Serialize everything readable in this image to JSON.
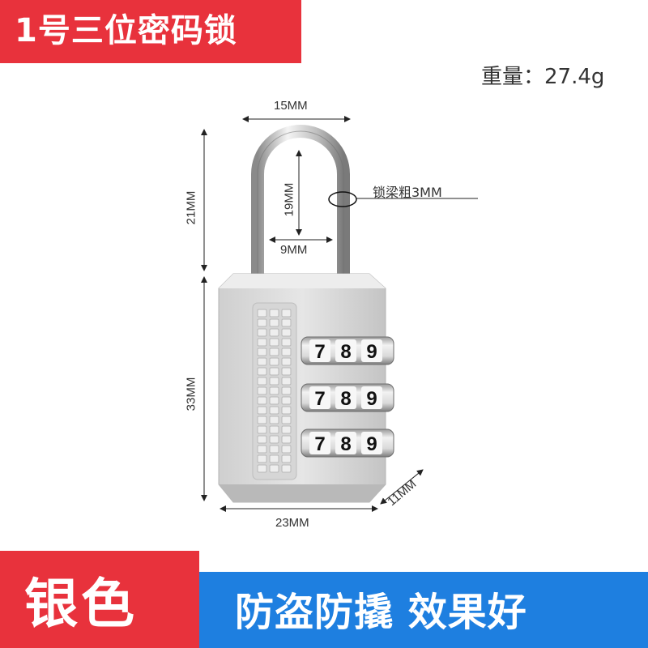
{
  "header": {
    "title": "1号三位密码锁"
  },
  "weight_label": "重量：27.4g",
  "dimensions": {
    "shackle_width": "15MM",
    "shackle_inner_height": "19MM",
    "shackle_inner_width": "9MM",
    "shackle_height": "21MM",
    "body_height": "33MM",
    "body_width": "23MM",
    "body_depth": "11MM",
    "shackle_thickness": "锁梁粗3MM"
  },
  "dials": [
    {
      "digits": [
        "7",
        "8",
        "9"
      ]
    },
    {
      "digits": [
        "7",
        "8",
        "9"
      ]
    },
    {
      "digits": [
        "7",
        "8",
        "9"
      ]
    }
  ],
  "footer": {
    "color_name": "银色",
    "slogan": "防盗防撬 效果好"
  },
  "colors": {
    "accent_red": "#e8323c",
    "accent_blue": "#1e7fe0"
  }
}
